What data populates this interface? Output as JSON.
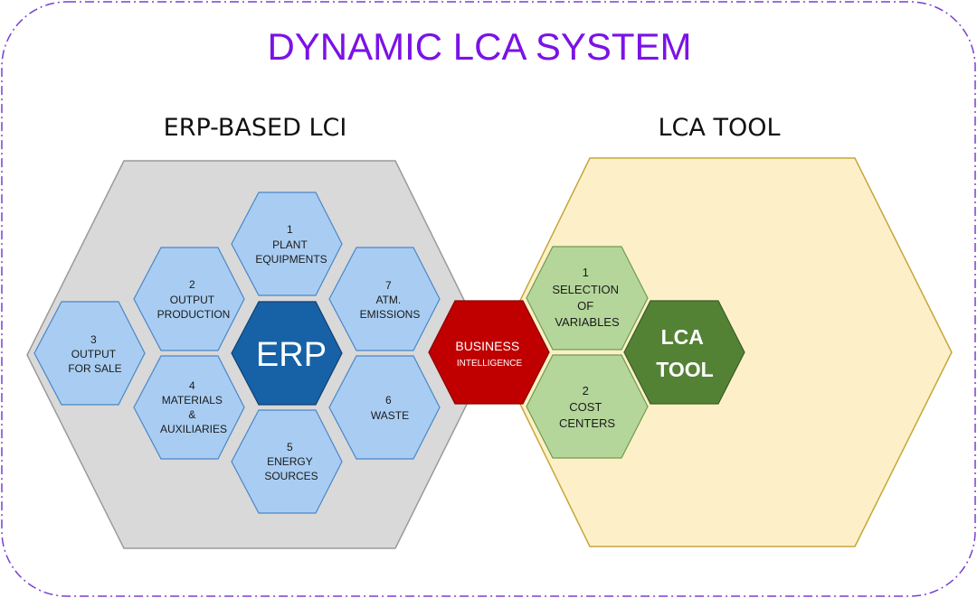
{
  "title": "DYNAMIC LCA SYSTEM",
  "colors": {
    "title": "#7b12e6",
    "frame": "#7a3fd0",
    "erp_area": "#d9d9d9",
    "light_blue": "#a9cdf2",
    "dark_blue": "#1762a7",
    "red": "#c00000",
    "light_green": "#b5d69b",
    "dark_green": "#548235",
    "lca_area": "#fdf0c8"
  },
  "sections": {
    "left": "ERP-BASED LCI",
    "right": "LCA TOOL"
  },
  "erp": {
    "center": "ERP",
    "modules": {
      "plant": [
        "1",
        "PLANT",
        "EQUIPMENTS"
      ],
      "output_production": [
        "2",
        "OUTPUT",
        "PRODUCTION"
      ],
      "output_sale": [
        "3",
        "OUTPUT",
        "FOR SALE"
      ],
      "materials": [
        "4",
        "MATERIALS",
        "&",
        "AUXILIARIES"
      ],
      "energy": [
        "5",
        "ENERGY",
        "SOURCES"
      ],
      "waste": [
        "6",
        "WASTE"
      ],
      "emissions": [
        "7",
        "ATM.",
        "EMISSIONS"
      ]
    }
  },
  "bi": {
    "line1": "BUSINESS",
    "line2": "INTELLIGENCE"
  },
  "lca": {
    "selection": [
      "1",
      "SELECTION",
      "OF",
      "VARIABLES"
    ],
    "cost": [
      "2",
      "COST",
      "CENTERS"
    ],
    "tool": [
      "LCA",
      "TOOL"
    ]
  }
}
